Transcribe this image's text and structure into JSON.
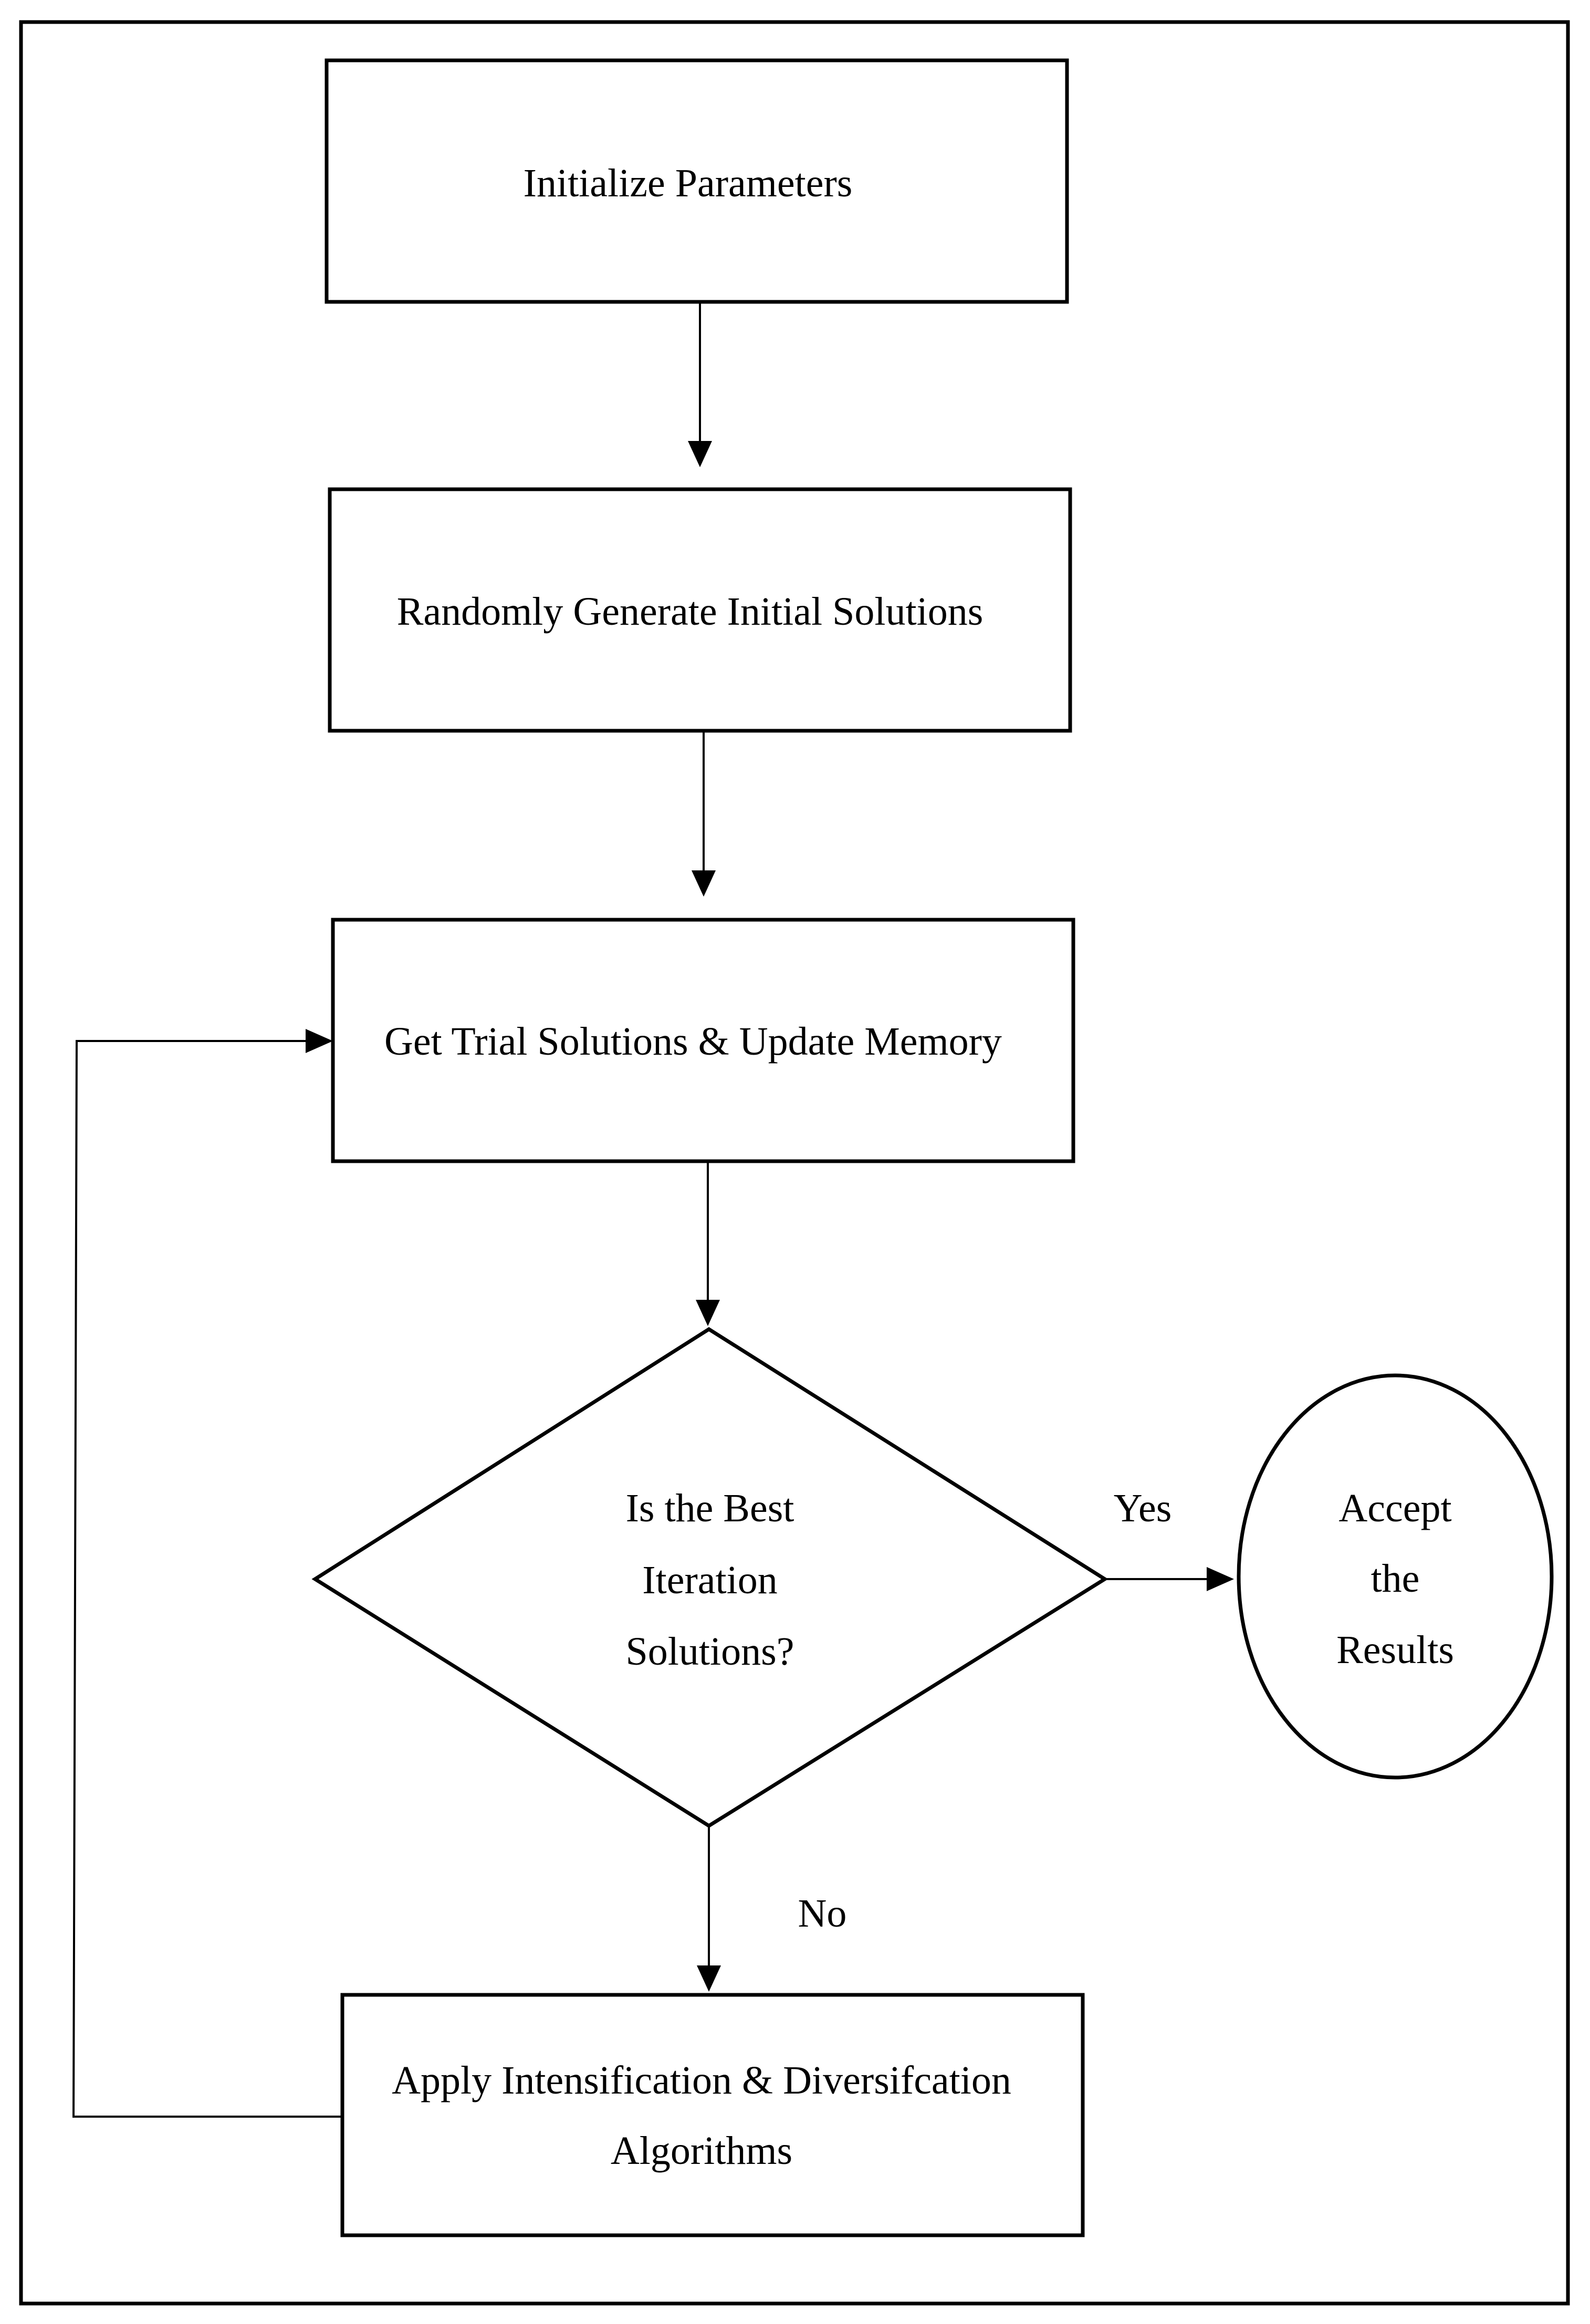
{
  "nodes": {
    "initialize": {
      "label": "Initialize Parameters"
    },
    "generate": {
      "label": "Randomly Generate Initial Solutions"
    },
    "trial": {
      "label": "Get Trial Solutions & Update Memory"
    },
    "decision": {
      "lines": [
        "Is the Best",
        "Iteration",
        "Solutions?"
      ]
    },
    "accept": {
      "lines": [
        "Accept",
        "the",
        "Results"
      ]
    },
    "apply": {
      "lines": [
        "Apply Intensification & Diversifcation",
        "Algorithms"
      ]
    }
  },
  "edges": {
    "yes_label": "Yes",
    "no_label": "No"
  },
  "colors": {
    "stroke": "#000000",
    "background": "#ffffff"
  }
}
